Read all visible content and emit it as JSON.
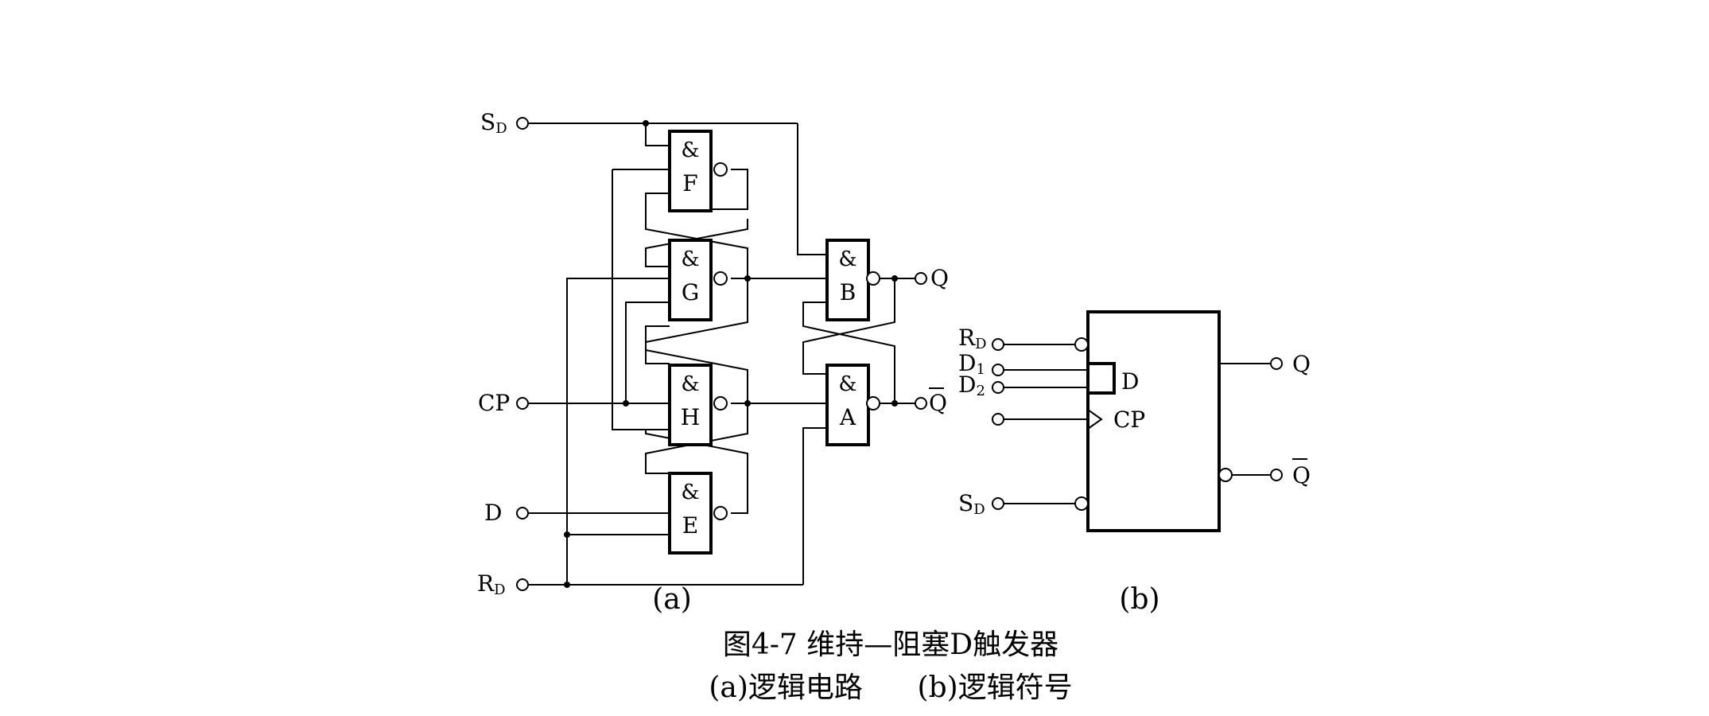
{
  "figure_a": {
    "gate_symbol": "&",
    "gates": {
      "F": "F",
      "G": "G",
      "H": "H",
      "E": "E",
      "B": "B",
      "A": "A"
    },
    "inputs": {
      "sd": {
        "main": "S",
        "sub": "D"
      },
      "cp": "CP",
      "d": "D",
      "rd": {
        "main": "R",
        "sub": "D"
      }
    },
    "outputs": {
      "q": "Q",
      "q_bar": "Q"
    },
    "sublabel": "(a)"
  },
  "figure_b": {
    "inputs": {
      "rd": {
        "main": "R",
        "sub": "D"
      },
      "d1": {
        "main": "D",
        "sub": "1"
      },
      "d2": {
        "main": "D",
        "sub": "2"
      },
      "sd": {
        "main": "S",
        "sub": "D"
      }
    },
    "inner": {
      "d": "D",
      "cp": "CP"
    },
    "outputs": {
      "q": "Q",
      "q_bar": "Q"
    },
    "sublabel": "(b)"
  },
  "caption": {
    "title": "图4-7  维持—阻塞D触发器",
    "subtitle": "(a)逻辑电路      (b)逻辑符号"
  }
}
